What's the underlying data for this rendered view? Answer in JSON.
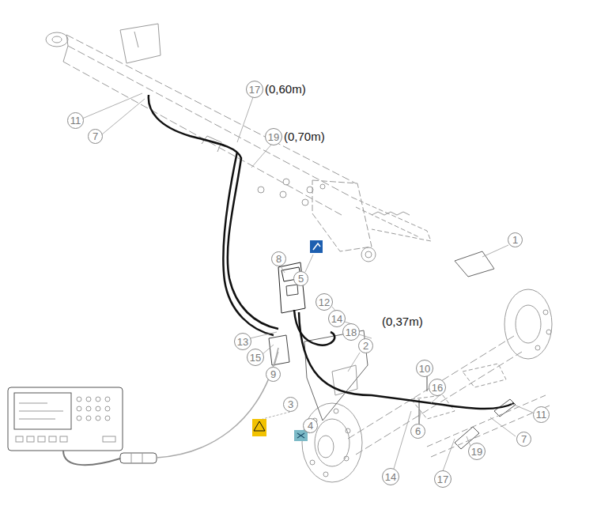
{
  "diagram": {
    "nodes": [
      {
        "text": [
          "11"
        ]
      },
      {
        "text": [
          "7"
        ]
      },
      {
        "text": [
          "17"
        ]
      },
      {
        "text": [
          "19"
        ]
      },
      {
        "text": [
          "8"
        ]
      },
      {
        "text": [
          "5"
        ]
      },
      {
        "text": [
          "12"
        ]
      },
      {
        "text": [
          "14"
        ]
      },
      {
        "text": [
          "18"
        ]
      },
      {
        "text": [
          "2"
        ]
      },
      {
        "text": [
          "1"
        ]
      },
      {
        "text": [
          "13"
        ]
      },
      {
        "text": [
          "15"
        ]
      },
      {
        "text": [
          "9"
        ]
      },
      {
        "text": [
          "10"
        ]
      },
      {
        "text": [
          "16"
        ]
      },
      {
        "text": [
          "3"
        ]
      },
      {
        "text": [
          "6"
        ]
      },
      {
        "text": [
          "11"
        ]
      },
      {
        "text": [
          "7"
        ]
      },
      {
        "text": [
          "4"
        ]
      },
      {
        "text": [
          "19"
        ]
      },
      {
        "text": [
          "14"
        ]
      },
      {
        "text": [
          "17"
        ]
      }
    ],
    "labels": [
      "(0,60m)",
      "(0,70m)",
      "(0,37m)"
    ]
  }
}
